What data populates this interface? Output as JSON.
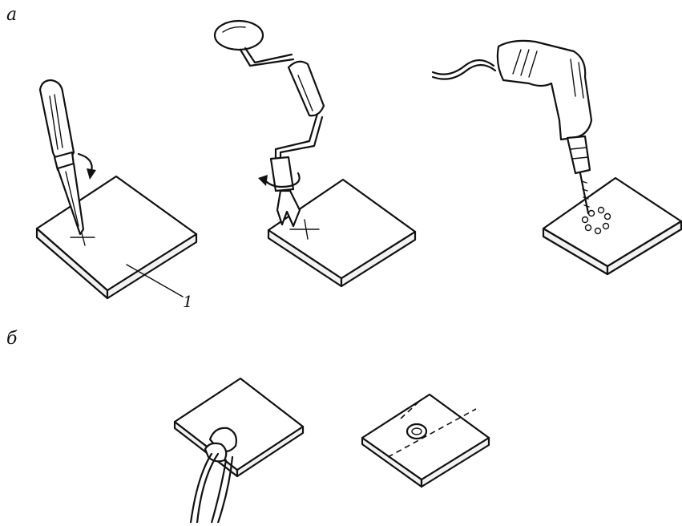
{
  "labels": {
    "row_a": "а",
    "row_b": "б",
    "callout_1": "1"
  },
  "colors": {
    "ink": "#111111",
    "paper": "#ffffff"
  },
  "panels": [
    {
      "id": "awl-plate",
      "icon": "awl-icon"
    },
    {
      "id": "brace-plate",
      "icon": "hand-brace-icon"
    },
    {
      "id": "drill-plate",
      "icon": "electric-drill-icon"
    },
    {
      "id": "pliers-plate",
      "icon": "pliers-icon"
    },
    {
      "id": "finished-plate",
      "icon": "plate-with-hole-icon"
    }
  ]
}
